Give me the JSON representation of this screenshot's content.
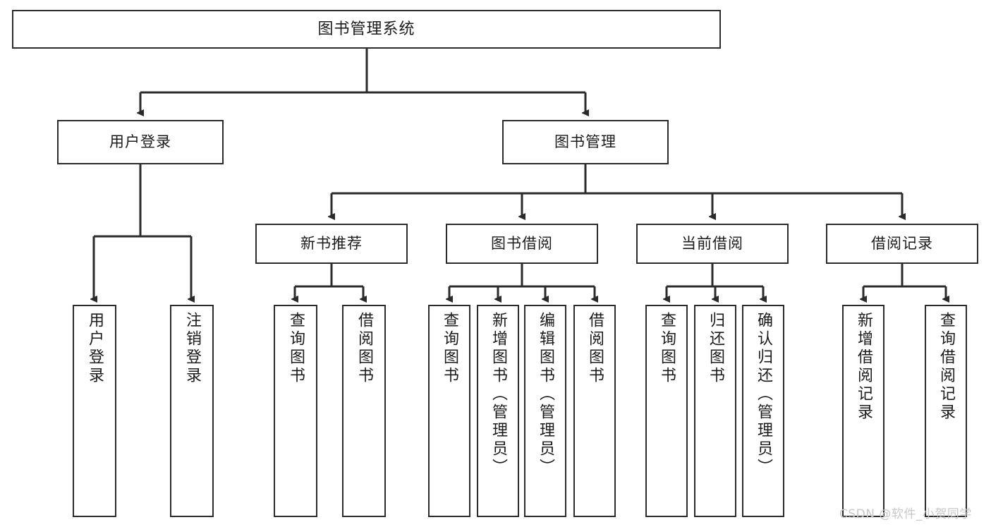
{
  "diagram": {
    "title": "图书管理系统",
    "type": "tree-hierarchy-chart",
    "style": {
      "box_border": "#2b2b2b",
      "box_fill": "#ffffff",
      "edge_color": "#2b2b2b",
      "text_color": "#1b1b1b",
      "background": "#ffffff"
    },
    "root": {
      "label": "图书管理系统"
    },
    "level2": [
      {
        "label": "用户登录"
      },
      {
        "label": "图书管理"
      }
    ],
    "level3": [
      {
        "label": "新书推荐"
      },
      {
        "label": "图书借阅"
      },
      {
        "label": "当前借阅"
      },
      {
        "label": "借阅记录"
      }
    ],
    "leaves": {
      "user_login": [
        {
          "label": "用户登录"
        },
        {
          "label": "注销登录"
        }
      ],
      "new_book_recommend": [
        {
          "label": "查询图书"
        },
        {
          "label": "借阅图书"
        }
      ],
      "book_borrow": [
        {
          "label": "查询图书"
        },
        {
          "label": "新增图书（管理员）"
        },
        {
          "label": "编辑图书（管理员）"
        },
        {
          "label": "借阅图书"
        }
      ],
      "current_borrow": [
        {
          "label": "查询图书"
        },
        {
          "label": "归还图书"
        },
        {
          "label": "确认归还（管理员）"
        }
      ],
      "borrow_records": [
        {
          "label": "新增借阅记录"
        },
        {
          "label": "查询借阅记录"
        }
      ]
    }
  },
  "watermark": {
    "text": "CSDN @软件_小贺同学"
  }
}
